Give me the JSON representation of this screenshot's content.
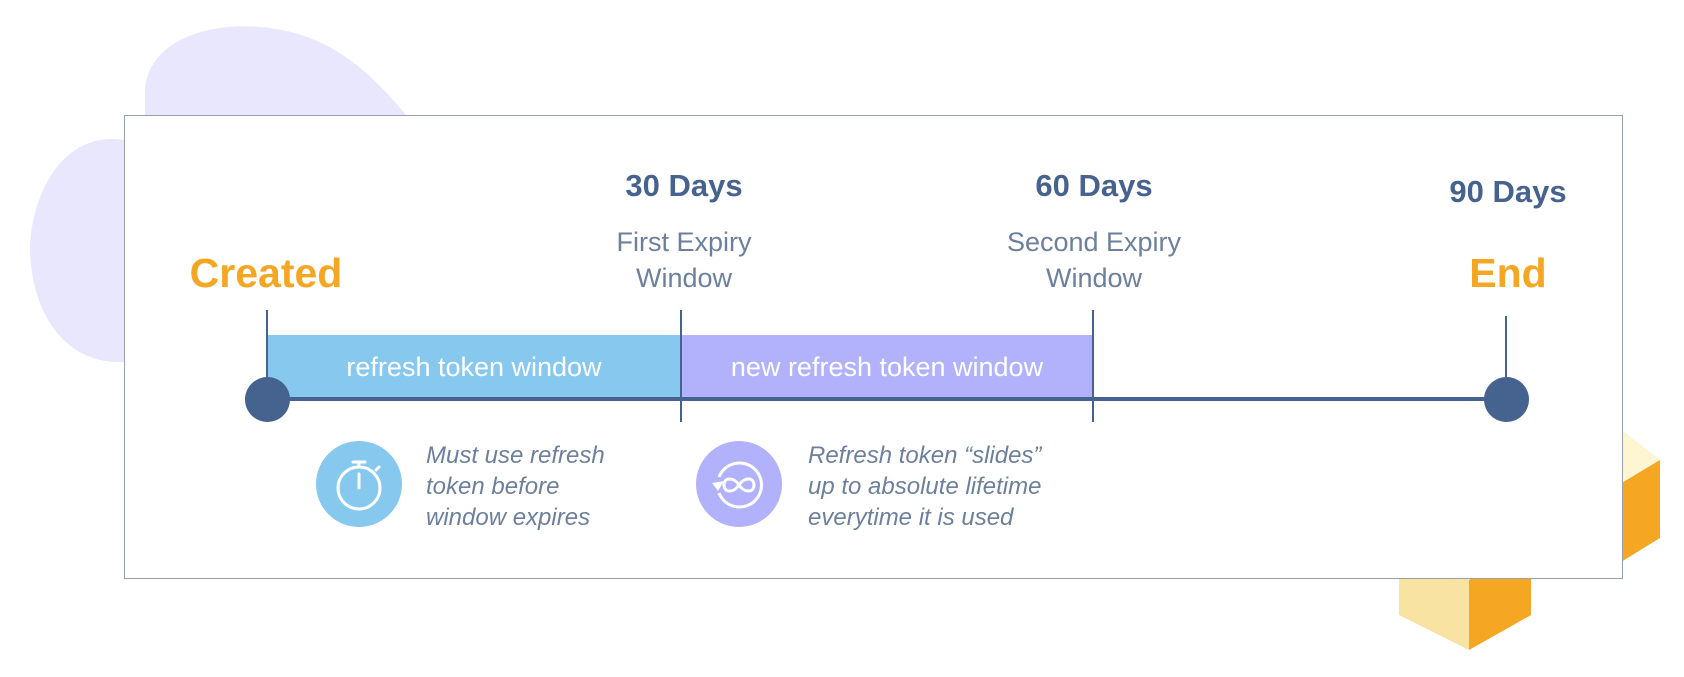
{
  "colors": {
    "navy": "#46628f",
    "orange": "#f5a623",
    "blue_band": "#86c8ee",
    "purple_band": "#b2b1fb",
    "blob": "#e8e7fd"
  },
  "timeline": {
    "start_label": "Created",
    "end_label": "End",
    "milestones": [
      {
        "days": "30 Days",
        "subtitle_line1": "First Expiry",
        "subtitle_line2": "Window"
      },
      {
        "days": "60 Days",
        "subtitle_line1": "Second Expiry",
        "subtitle_line2": "Window"
      },
      {
        "days": "90 Days"
      }
    ],
    "bands": [
      {
        "label": "refresh token window"
      },
      {
        "label": "new refresh token window"
      }
    ]
  },
  "notes": [
    {
      "icon": "stopwatch-icon",
      "lines": [
        "Must use refresh",
        "token before",
        "window expires"
      ]
    },
    {
      "icon": "infinity-refresh-icon",
      "lines": [
        "Refresh token “slides”",
        "up to absolute lifetime",
        "everytime it is used"
      ]
    }
  ]
}
